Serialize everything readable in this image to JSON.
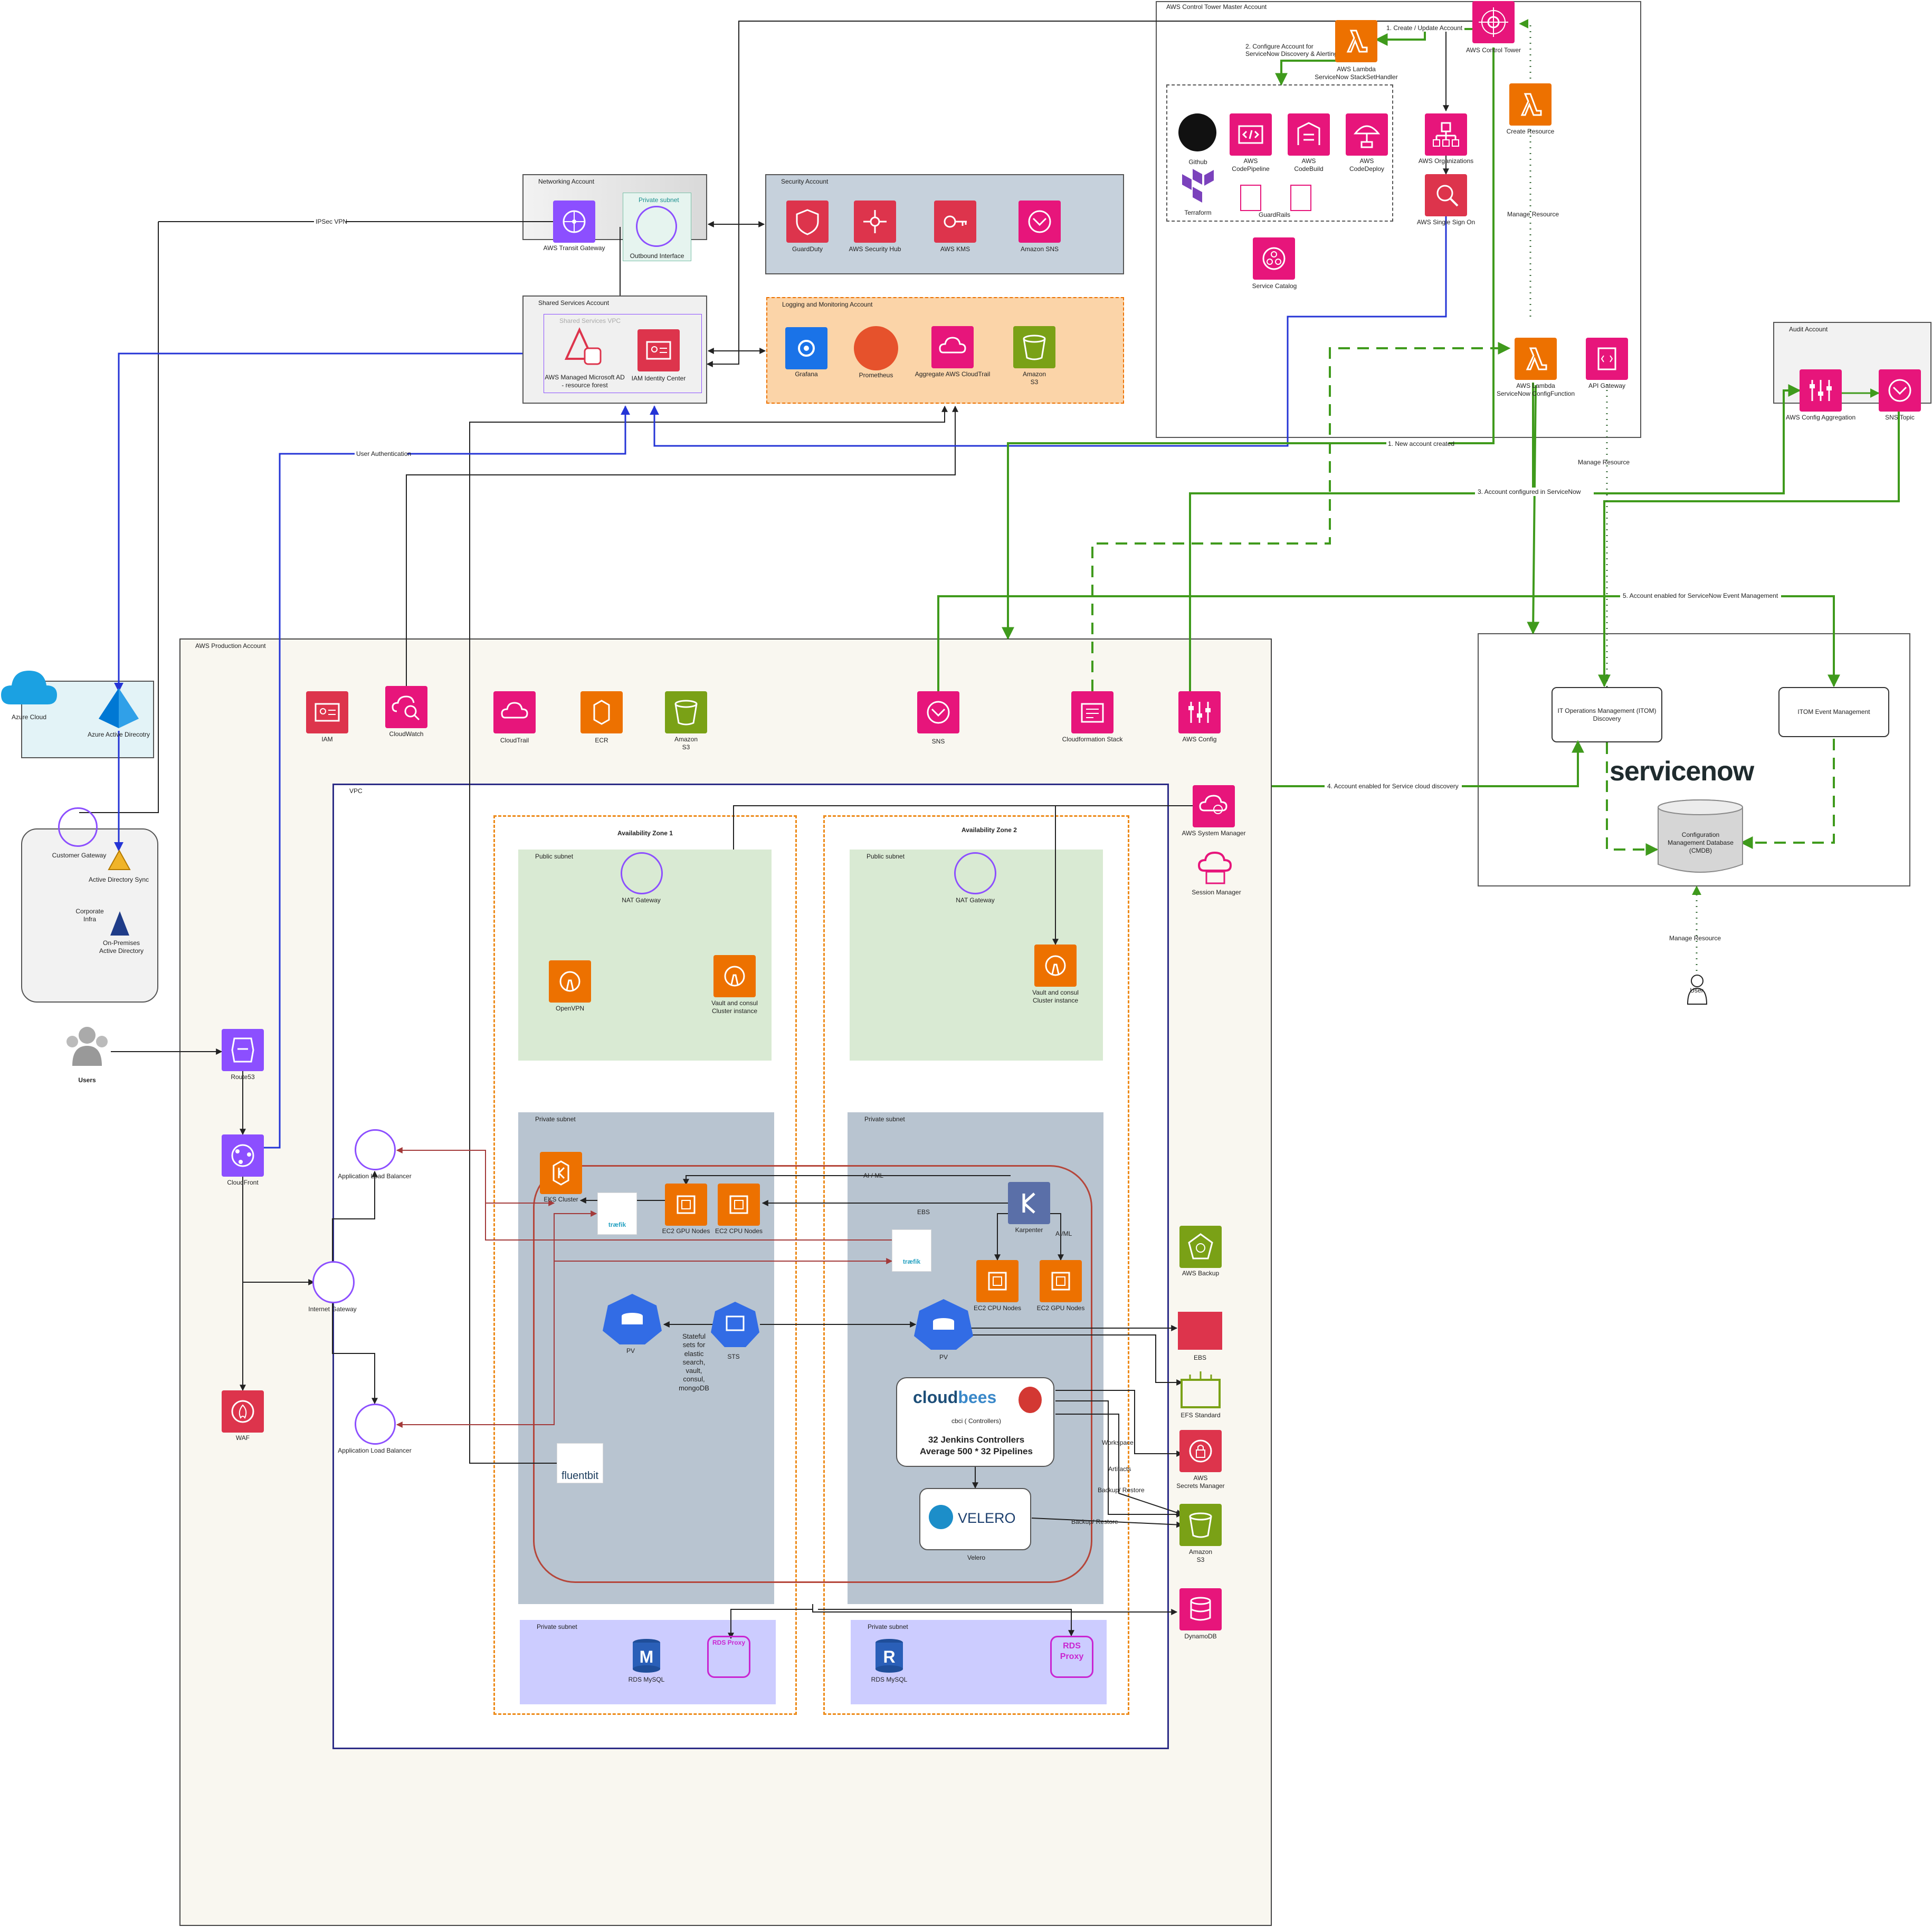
{
  "containers": {
    "control_tower": "AWS Control Tower Master Account",
    "networking": "Networking Account",
    "private_subnet_outbound": "Private subnet",
    "security": "Security Account",
    "shared_services": "Shared Services Account",
    "shared_vpc": "Shared Services VPC",
    "logging": "Logging and Monitoring Account",
    "audit": "Audit Account",
    "production": "AWS Production Account",
    "vpc": "VPC",
    "az1": "Availability Zone 1",
    "az2": "Availability Zone 2",
    "public_subnet": "Public subnet",
    "private_subnet": "Private subnet",
    "corporate_infra": "Corporate\nInfra"
  },
  "nodes": {
    "aws_lambda_stackset": "AWS Lambda\nServiceNow StackSetHandler",
    "aws_control_tower": "AWS Control Tower",
    "create_resource": "Create Resource",
    "github": "Github",
    "terraform": "Terraform",
    "codepipeline": "AWS\nCodePipeline",
    "codebuild": "AWS\nCodeBuild",
    "codedeploy": "AWS\nCodeDeploy",
    "guardrails": "GuardRails",
    "service_catalog": "Service Catalog",
    "organizations": "AWS Organizations",
    "sso": "AWS Single Sign On",
    "lambda_configfn": "AWS Lambda\nServiceNow ConfigFunction",
    "api_gateway": "API Gateway",
    "transit_gateway": "AWS Transit Gateway",
    "outbound_interface": "Outbound Interface",
    "guardduty": "GuardDuty",
    "security_hub": "AWS Security Hub",
    "kms": "AWS KMS",
    "amazon_sns": "Amazon SNS",
    "managed_ad": "AWS Managed Microsoft AD\n- resource forest",
    "iam_identity_center": "IAM Identity Center",
    "grafana": "Grafana",
    "prometheus": "Prometheus",
    "cloudtrail_agg": "Aggregate AWS CloudTrail",
    "s3_logging": "Amazon\nS3",
    "config_aggregation": "AWS Config Aggregation",
    "sns_topic": "SNS Topic",
    "azure_cloud": "Azure Cloud",
    "azure_ad": "Azure Active Direcotry",
    "customer_gateway": "Customer Gateway",
    "ad_sync": "Active Directory Sync",
    "onprem_ad": "On-Premises\nActive Directory",
    "users": "Users",
    "route53": "Route53",
    "cloudfront": "CloudFront",
    "waf": "WAF",
    "iam": "IAM",
    "cloudwatch": "CloudWatch",
    "cloudtrail": "CloudTrail",
    "ecr": "ECR",
    "s3_prod": "Amazon\nS3",
    "sns": "SNS",
    "cf_stack": "Cloudformation Stack",
    "aws_config": "AWS Config",
    "system_manager": "AWS System Manager",
    "session_manager": "Session Manager",
    "alb1": "Application Load Balancer",
    "alb2": "Application Load Balancer",
    "internet_gateway": "Internet Gateway",
    "nat1": "NAT Gateway",
    "nat2": "NAT Gateway",
    "openvpn": "OpenVPN",
    "vault1": "Vault and consul\nCluster instance",
    "vault2": "Vault and consul\nCluster instance",
    "eks_cluster": "EKS Cluster",
    "gpu_nodes_1": "EC2 GPU Nodes",
    "cpu_nodes_1": "EC2 CPU Nodes",
    "karpenter": "Karpenter",
    "ebs_label": "EBS",
    "cpu_nodes_2": "EC2 CPU Nodes",
    "gpu_nodes_2": "EC2 GPU Nodes",
    "pv1": "PV",
    "sts": "STS",
    "stateful_sets": "Stateful\nsets for\nelastic\nsearch,\nvault,\nconsul,\nmongoDB",
    "pv2": "PV",
    "cloudbees_brand": "cloud",
    "cloudbees_brand2": "bees",
    "cbci": "cbci ( Controllers)",
    "jenkins_line1": "32 Jenkins Controllers",
    "jenkins_line2": "Average 500 * 32 Pipelines",
    "velero_brand": "VELERO",
    "velero": "Velero",
    "fluentbit": "fluentbit",
    "traefik": "træfik",
    "aws_backup": "AWS Backup",
    "ebs": "EBS",
    "efs": "EFS Standard",
    "secrets": "AWS\nSecrets Manager",
    "s3_backup": "Amazon\nS3",
    "dynamodb": "DynamoDB",
    "rds_mysql_1": "RDS MySQL",
    "rds_mysql_2": "RDS MySQL",
    "rds_proxy_1": "RDS Proxy",
    "rds_proxy_2": "RDS\nProxy",
    "itom_discovery": "IT Operations Management (ITOM)\nDiscovery",
    "itom_event": "ITOM Event Management",
    "servicenow_logo": "servicenow",
    "cmdb": "Configuration\nManagement Database\n(CMDB)",
    "user": "User"
  },
  "edge_labels": {
    "create_update": "1. Create / Update Account",
    "configure_account": "2. Configure Account for\nServiceNow Discovery & Alerting",
    "manage_resource_1": "Manage  Resource",
    "manage_resource_2": "Manage  Resource",
    "manage_resource_3": "Manage  Resource",
    "new_account": "1. New account created",
    "account_configured": "3. Account configured in ServiceNow",
    "event_mgmt": "5. Account enabled for ServiceNow Event Management",
    "cloud_discovery": "4. Account enabled for Service cloud discovery",
    "ipsec": "IPSec VPN",
    "user_auth": "User Authentication",
    "ai_ml_1": "AI / ML",
    "ai_ml_2": "AI/ML",
    "workspace": "Workspace",
    "artifacts": "Artifacts",
    "backup_restore_1": "Backup/ Restore",
    "backup_restore_2": "Backup/ Restore"
  },
  "colors": {
    "pink": "#e7157b",
    "red": "#dd344c",
    "orange": "#ed7100",
    "green": "#7aa116",
    "purple": "#8c4fff",
    "flow_green": "#3f9a1c",
    "flow_blue": "#2434d6",
    "flow_darkred": "#a33a3a"
  }
}
